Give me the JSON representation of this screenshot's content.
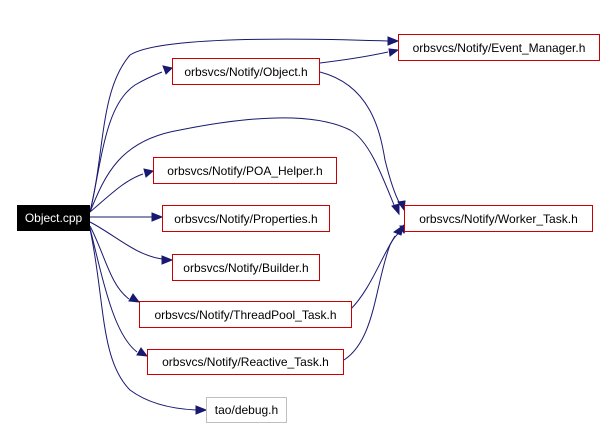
{
  "diagram": {
    "root": {
      "label": "Object.cpp"
    },
    "nodes": [
      {
        "id": "event_manager",
        "label": "orbsvcs/Notify/Event_Manager.h",
        "kind": "header"
      },
      {
        "id": "object_h",
        "label": "orbsvcs/Notify/Object.h",
        "kind": "header"
      },
      {
        "id": "poa_helper",
        "label": "orbsvcs/Notify/POA_Helper.h",
        "kind": "header"
      },
      {
        "id": "properties",
        "label": "orbsvcs/Notify/Properties.h",
        "kind": "header"
      },
      {
        "id": "worker_task",
        "label": "orbsvcs/Notify/Worker_Task.h",
        "kind": "header"
      },
      {
        "id": "builder",
        "label": "orbsvcs/Notify/Builder.h",
        "kind": "header"
      },
      {
        "id": "threadpool_task",
        "label": "orbsvcs/Notify/ThreadPool_Task.h",
        "kind": "header"
      },
      {
        "id": "reactive_task",
        "label": "orbsvcs/Notify/Reactive_Task.h",
        "kind": "header"
      },
      {
        "id": "debug",
        "label": "tao/debug.h",
        "kind": "system"
      }
    ],
    "edges": [
      {
        "from": "root",
        "to": "event_manager"
      },
      {
        "from": "root",
        "to": "object_h"
      },
      {
        "from": "root",
        "to": "worker_task"
      },
      {
        "from": "root",
        "to": "poa_helper"
      },
      {
        "from": "root",
        "to": "properties"
      },
      {
        "from": "root",
        "to": "builder"
      },
      {
        "from": "root",
        "to": "threadpool_task"
      },
      {
        "from": "root",
        "to": "reactive_task"
      },
      {
        "from": "root",
        "to": "debug"
      },
      {
        "from": "object_h",
        "to": "event_manager"
      },
      {
        "from": "object_h",
        "to": "worker_task"
      },
      {
        "from": "threadpool_task",
        "to": "worker_task"
      },
      {
        "from": "reactive_task",
        "to": "worker_task"
      }
    ],
    "colors": {
      "edge": "#191970",
      "header_border": "#cc0000",
      "system_border": "#bfbfbf",
      "root_fill": "#000000",
      "root_text": "#ffffff"
    }
  }
}
